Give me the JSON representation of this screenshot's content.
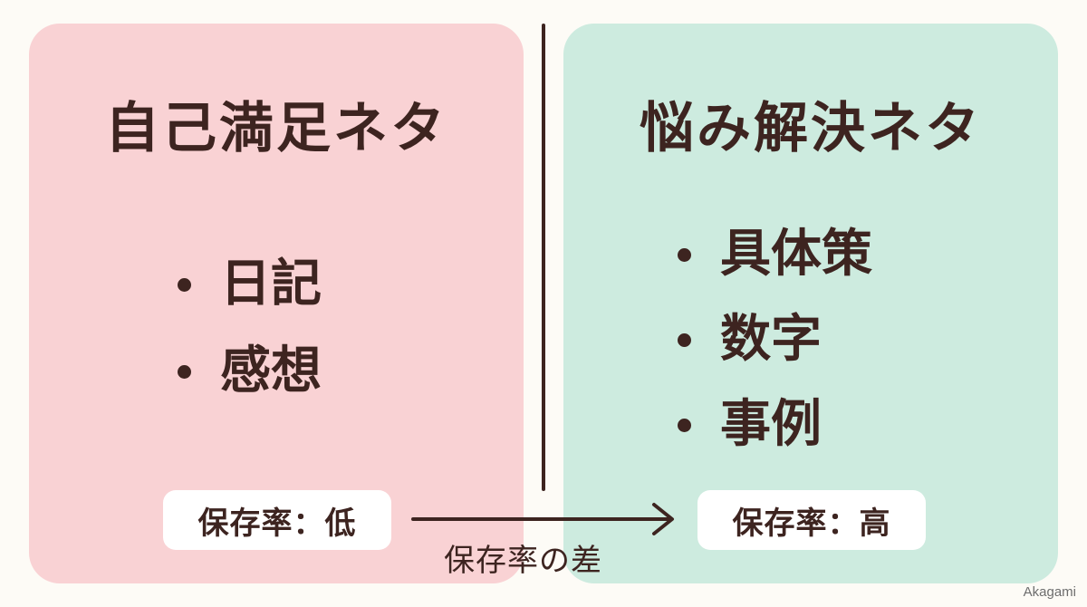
{
  "left_panel": {
    "title": "自己満足ネタ",
    "items": [
      "日記",
      "感想"
    ],
    "rate_label": "保存率：低",
    "background": "#f9d2d4"
  },
  "right_panel": {
    "title": "悩み解決ネタ",
    "items": [
      "具体策",
      "数字",
      "事例"
    ],
    "rate_label": "保存率：高",
    "background": "#cdebdf"
  },
  "connector": {
    "label": "保存率の差",
    "icon": "right-arrow-icon"
  },
  "credit": "Akagami",
  "colors": {
    "text": "#3d2420",
    "page_background": "#fdfbf6",
    "rate_box": "#ffffff"
  }
}
